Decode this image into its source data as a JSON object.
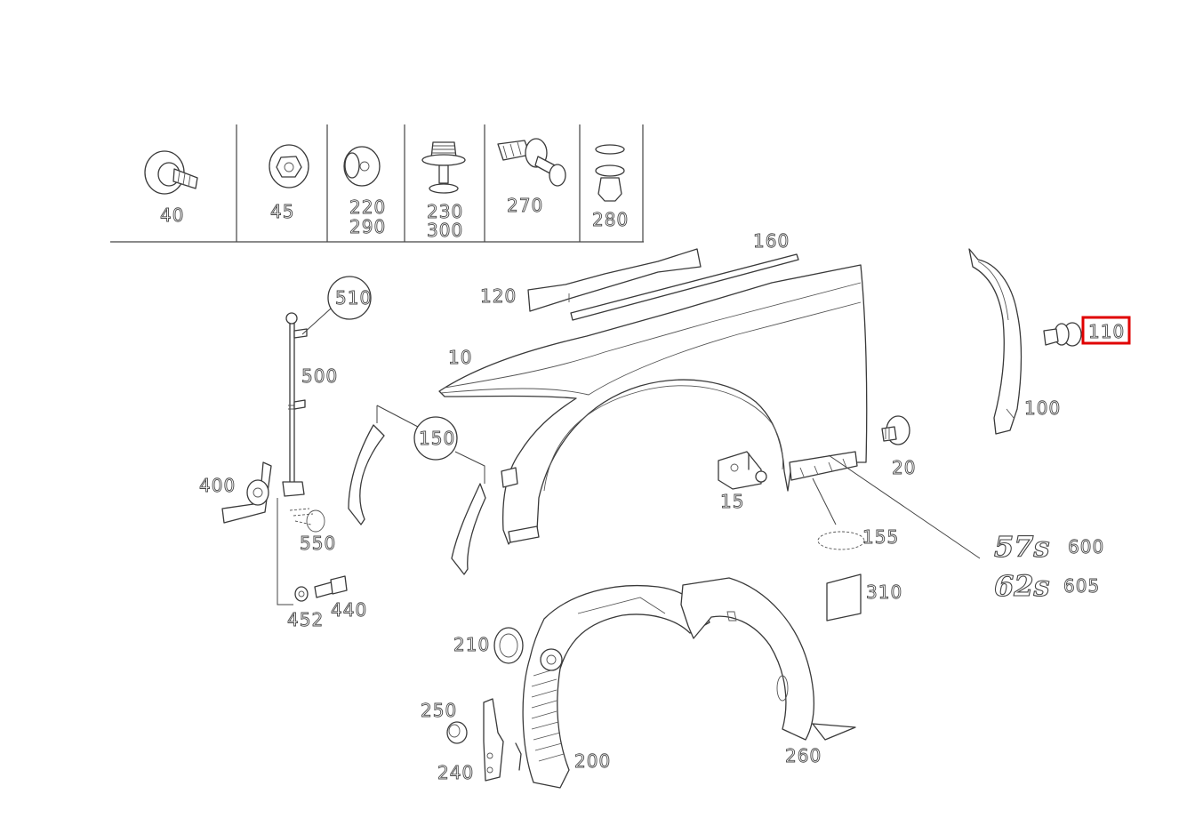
{
  "diagram": {
    "highlighted_part": "110",
    "labels": {
      "l40": "40",
      "l45": "45",
      "l220": "220",
      "l290": "290",
      "l230": "230",
      "l300": "300",
      "l270": "270",
      "l280": "280",
      "l510": "510",
      "l500": "500",
      "l400": "400",
      "l550": "550",
      "l452": "452",
      "l440": "440",
      "l120": "120",
      "l160": "160",
      "l10": "10",
      "l150": "150",
      "l15": "15",
      "l20": "20",
      "l155": "155",
      "l100": "100",
      "l110": "110",
      "l600": "600",
      "l605": "605",
      "l310": "310",
      "l210": "210",
      "l250": "250",
      "l240": "240",
      "l200": "200",
      "l260": "260"
    },
    "badges": {
      "badge57": "57s",
      "badge62": "62s"
    }
  }
}
